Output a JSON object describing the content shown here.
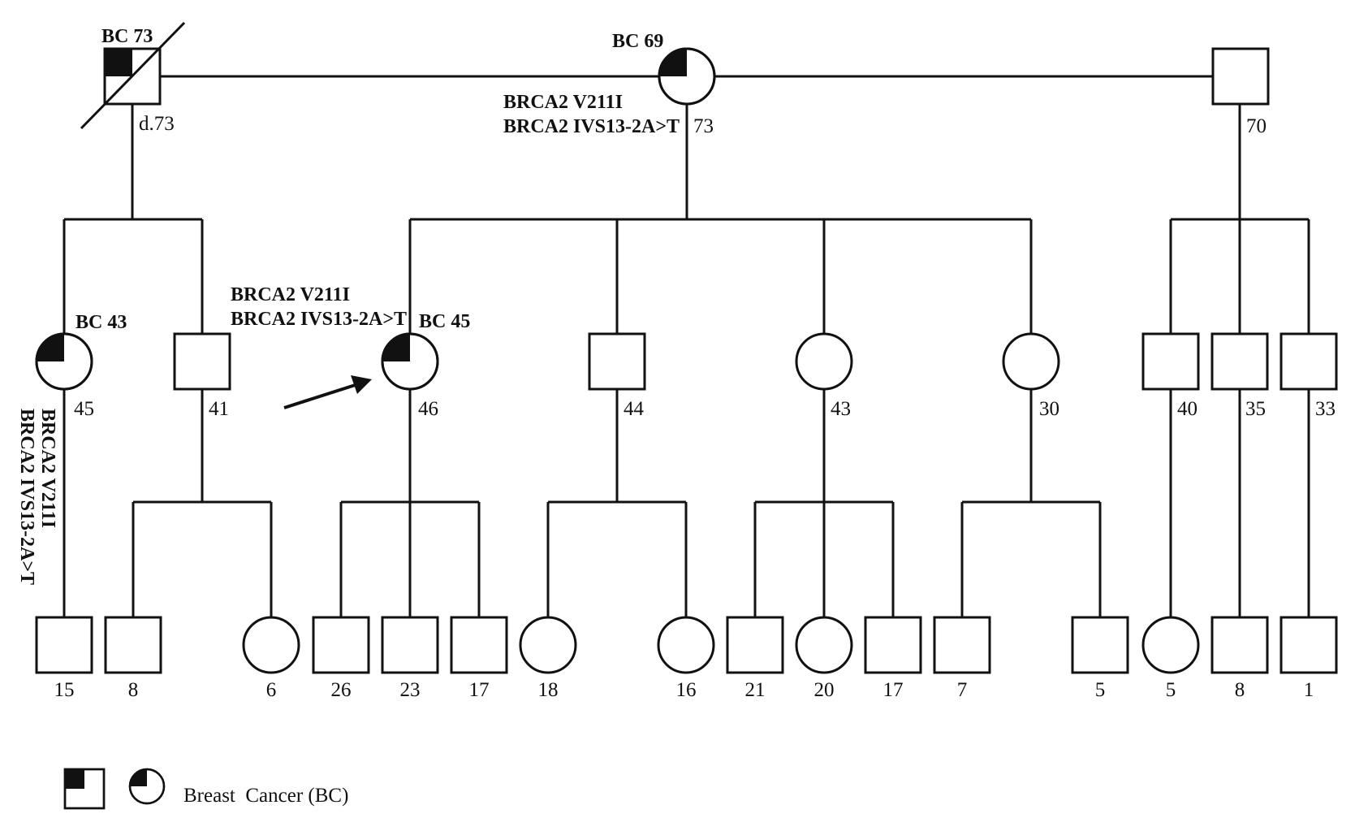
{
  "colors": {
    "line": "#111111",
    "affected_fill": "#111111",
    "background": "#ffffff"
  },
  "gen1": {
    "grandfather": {
      "bc_label": "BC 73",
      "age_label": "d.73",
      "sex": "male",
      "affected": true,
      "deceased": true
    },
    "grandmother": {
      "bc_label": "BC 69",
      "age_label": "73",
      "sex": "female",
      "affected": true,
      "mutation_1": "BRCA2 V211I",
      "mutation_2": "BRCA2 IVS13-2A>T"
    },
    "second_husband": {
      "age_label": "70",
      "sex": "male",
      "affected": false
    }
  },
  "gen2": {
    "aunt": {
      "bc_label": "BC 43",
      "age_label": "45",
      "sex": "female",
      "affected": true,
      "mutation_1": "BRCA2 V211I",
      "mutation_2": "BRCA2 IVS13-2A>T"
    },
    "uncle": {
      "age_label": "41",
      "sex": "male",
      "affected": false
    },
    "proband": {
      "bc_label": "BC 45",
      "age_label": "46",
      "sex": "female",
      "affected": true,
      "mutation_1": "BRCA2 V211I",
      "mutation_2": "BRCA2 IVS13-2A>T"
    },
    "son_44": {
      "age_label": "44",
      "sex": "male",
      "affected": false
    },
    "daughter_43": {
      "age_label": "43",
      "sex": "female",
      "affected": false
    },
    "daughter_30": {
      "age_label": "30",
      "sex": "female",
      "affected": false
    },
    "half_son_40": {
      "age_label": "40",
      "sex": "male",
      "affected": false
    },
    "half_son_35": {
      "age_label": "35",
      "sex": "male",
      "affected": false
    },
    "half_son_33": {
      "age_label": "33",
      "sex": "male",
      "affected": false
    }
  },
  "gen3": [
    {
      "age_label": "15",
      "sex": "male"
    },
    {
      "age_label": "8",
      "sex": "male"
    },
    {
      "age_label": "6",
      "sex": "female"
    },
    {
      "age_label": "26",
      "sex": "male"
    },
    {
      "age_label": "23",
      "sex": "male"
    },
    {
      "age_label": "17",
      "sex": "male"
    },
    {
      "age_label": "18",
      "sex": "female"
    },
    {
      "age_label": "16",
      "sex": "female"
    },
    {
      "age_label": "21",
      "sex": "male"
    },
    {
      "age_label": "20",
      "sex": "female"
    },
    {
      "age_label": "17",
      "sex": "male"
    },
    {
      "age_label": "7",
      "sex": "male"
    },
    {
      "age_label": "5",
      "sex": "male"
    },
    {
      "age_label": "5",
      "sex": "female"
    },
    {
      "age_label": "8",
      "sex": "male"
    },
    {
      "age_label": "1",
      "sex": "male"
    }
  ],
  "legend": {
    "label": "Breast  Cancer (BC)"
  }
}
